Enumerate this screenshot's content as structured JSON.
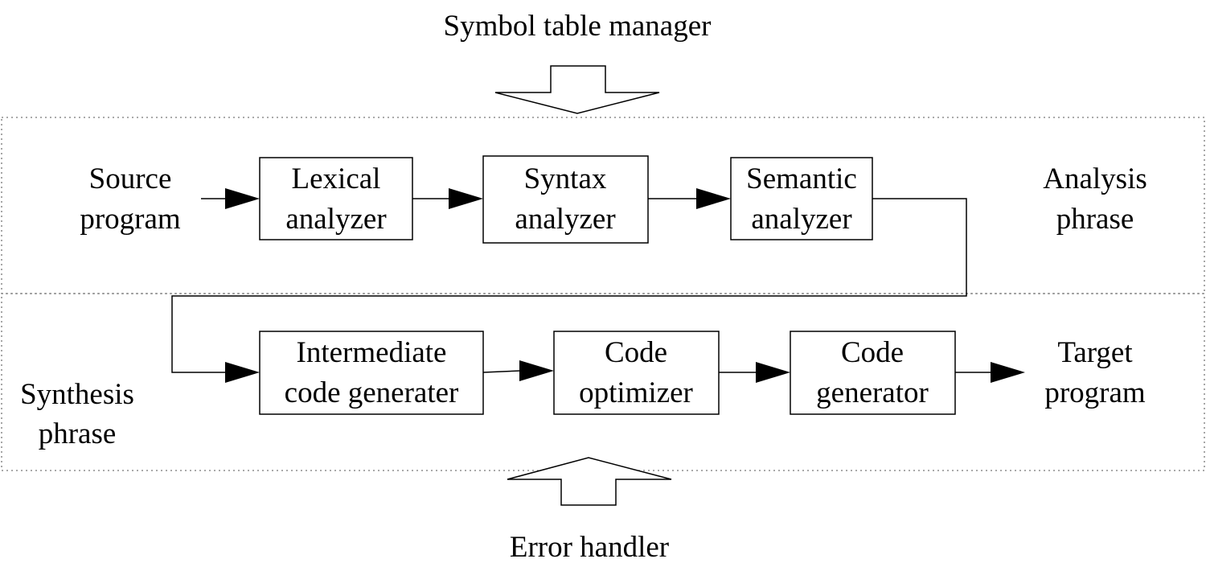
{
  "diagram": {
    "top_label": "Symbol table manager",
    "bottom_label": "Error handler",
    "source": {
      "line1": "Source",
      "line2": "program"
    },
    "target": {
      "line1": "Target",
      "line2": "program"
    },
    "analysis": {
      "label": {
        "line1": "Analysis",
        "line2": "phrase"
      },
      "boxes": [
        {
          "line1": "Lexical",
          "line2": "analyzer"
        },
        {
          "line1": "Syntax",
          "line2": "analyzer"
        },
        {
          "line1": "Semantic",
          "line2": "analyzer"
        }
      ]
    },
    "synthesis": {
      "label": {
        "line1": "Synthesis",
        "line2": "phrase"
      },
      "boxes": [
        {
          "line1": "Intermediate",
          "line2": "code generater"
        },
        {
          "line1": "Code",
          "line2": "optimizer"
        },
        {
          "line1": "Code",
          "line2": "generator"
        }
      ]
    }
  }
}
